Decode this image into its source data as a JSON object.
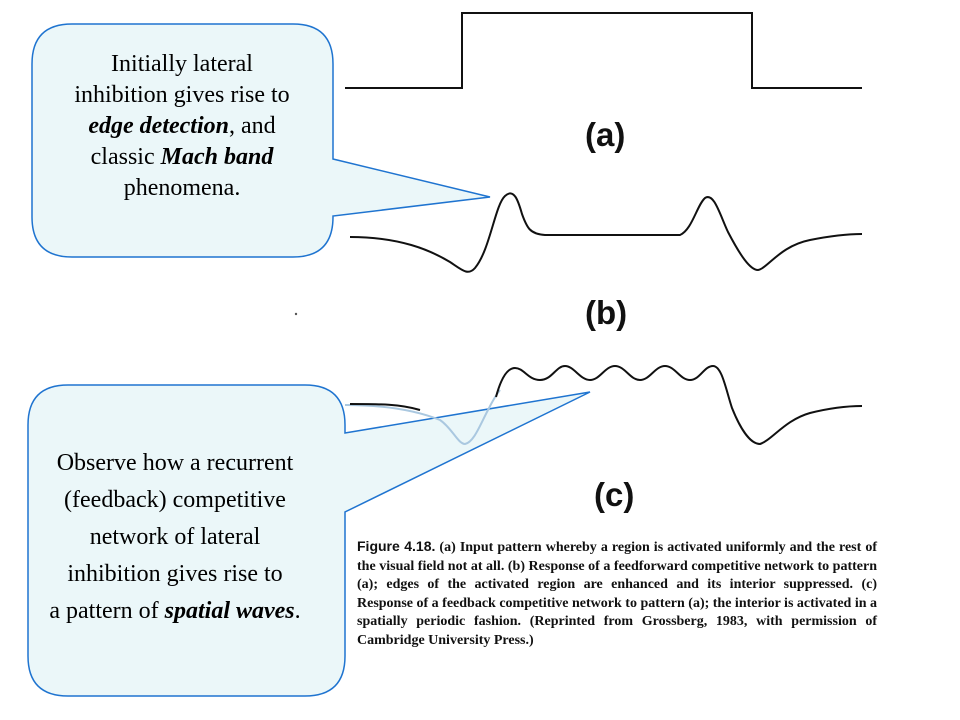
{
  "panels": {
    "a_label": "(a)",
    "b_label": "(b)",
    "c_label": "(c)"
  },
  "callouts": {
    "top": {
      "line1": "Initially lateral",
      "line2": "inhibition gives rise to",
      "line3_em": "edge detection",
      "line3_rest": ", and",
      "line4_pre": "classic ",
      "line4_em": "Mach band",
      "line5": "phenomena."
    },
    "bottom": {
      "line1": "Observe how a recurrent",
      "line2": "(feedback) competitive",
      "line3": "network of lateral",
      "line4": "inhibition gives rise to",
      "line5_pre": "a pattern of ",
      "line5_em": "spatial waves",
      "line5_post": "."
    }
  },
  "caption": {
    "label": "Figure 4.18.",
    "body": " (a) Input pattern whereby a region is activated uniformly and the rest of the visual field not at all. (b) Response of a feedforward competitive network to pattern (a); edges of the activated region are enhanced and its interior suppressed. (c) Response of a feedback competitive network to pattern (a); the interior is activated in a spatially periodic fashion. (Reprinted from Grossberg, 1983, with permission of Cambridge University Press.)"
  },
  "colors": {
    "bubble_fill": "#ebf7f9",
    "bubble_stroke": "#1f74d0",
    "curve": "#111111",
    "bubble2_underlay": "#aac8e0"
  }
}
